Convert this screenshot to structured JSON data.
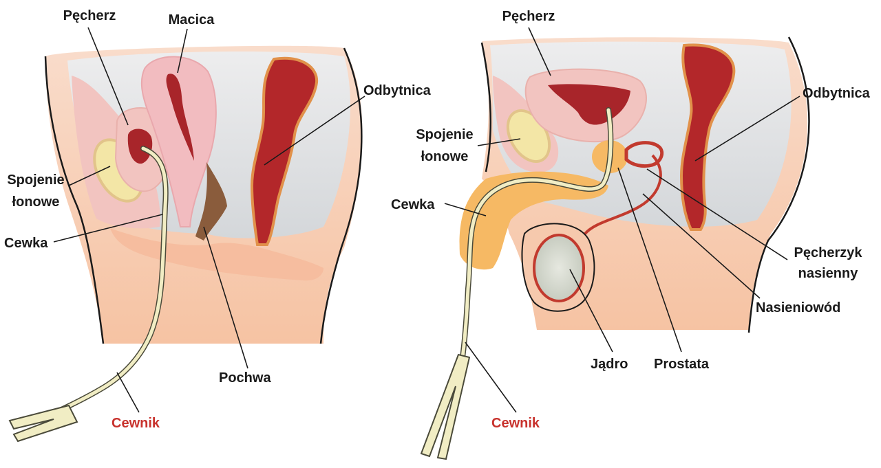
{
  "female": {
    "labels": {
      "bladder": "Pęcherz",
      "uterus": "Macica",
      "rectum": "Odbytnica",
      "pubic_symphysis_line1": "Spojenie",
      "pubic_symphysis_line2": "łonowe",
      "urethra": "Cewka",
      "vagina": "Pochwa",
      "catheter": "Cewnik"
    }
  },
  "male": {
    "labels": {
      "bladder": "Pęcherz",
      "rectum": "Odbytnica",
      "pubic_symphysis_line1": "Spojenie",
      "pubic_symphysis_line2": "łonowe",
      "urethra": "Cewka",
      "seminal_vesicle_line1": "Pęcherzyk",
      "seminal_vesicle_line2": "nasienny",
      "vas_deferens": "Nasieniowód",
      "testis": "Jądro",
      "prostate": "Prostata",
      "catheter": "Cewnik"
    }
  },
  "colors": {
    "skin": "#f6c9ad",
    "tissue": "#f2c4c0",
    "muscle": "#b3272a",
    "bone": "#f3e6a6",
    "catheter": "#f1edc4",
    "cavity": "#d9dcdf",
    "label_accent": "#c8322d"
  }
}
